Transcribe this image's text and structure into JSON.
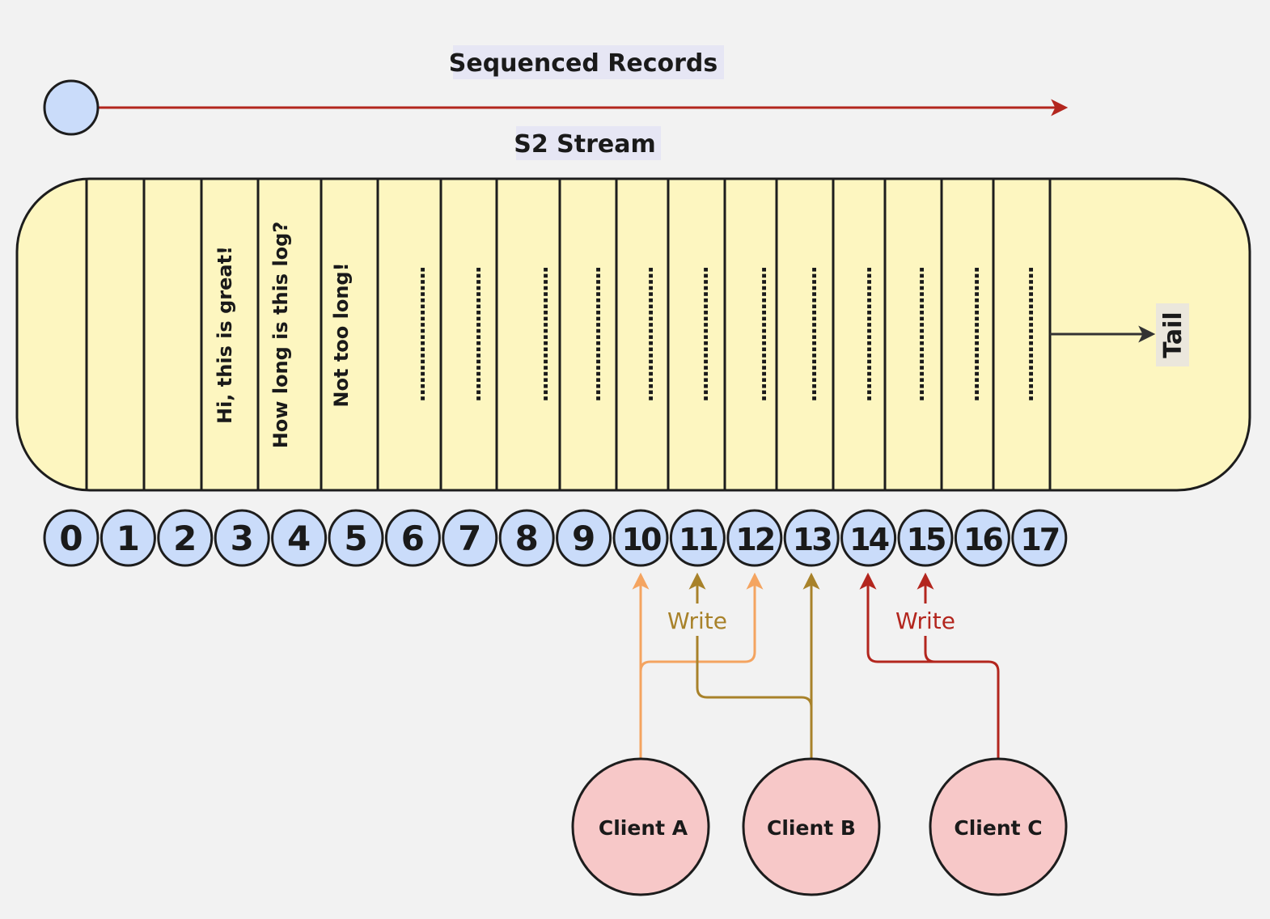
{
  "title_label": "Sequenced Records",
  "stream_label": "S2 Stream",
  "tail_label": "Tail",
  "colors": {
    "background": "#f2f2f2",
    "stream_fill": "#fdf6c0",
    "node_fill": "#cadcfa",
    "client_fill": "#f7c8c8",
    "label_bg": "#e6e6f4",
    "tail_bg": "#ebe7dc",
    "stroke": "#1d1d1d",
    "timeline": "#b3261e",
    "client_a": "#f4a460",
    "client_b": "#a8822a",
    "client_c": "#b3261e"
  },
  "records": [
    {
      "seq": "0",
      "text": ""
    },
    {
      "seq": "1",
      "text": ""
    },
    {
      "seq": "2",
      "text": ""
    },
    {
      "seq": "3",
      "text": "Hi, this is great!"
    },
    {
      "seq": "4",
      "text": "How long is this log?"
    },
    {
      "seq": "5",
      "text": "Not too long!"
    },
    {
      "seq": "6",
      "text": "......................"
    },
    {
      "seq": "7",
      "text": "......................"
    },
    {
      "seq": "8",
      "text": "......................"
    },
    {
      "seq": "9",
      "text": "......................"
    },
    {
      "seq": "10",
      "text": "......................"
    },
    {
      "seq": "11",
      "text": "......................"
    },
    {
      "seq": "12",
      "text": "......................"
    },
    {
      "seq": "13",
      "text": "......................"
    },
    {
      "seq": "14",
      "text": "......................"
    },
    {
      "seq": "15",
      "text": "......................"
    },
    {
      "seq": "16",
      "text": "......................"
    },
    {
      "seq": "17",
      "text": "......................"
    }
  ],
  "clients": [
    {
      "name": "Client A",
      "writes_to": [
        "10",
        "12"
      ],
      "edge_label": ""
    },
    {
      "name": "Client B",
      "writes_to": [
        "11",
        "13"
      ],
      "edge_label": "Write"
    },
    {
      "name": "Client C",
      "writes_to": [
        "14",
        "15"
      ],
      "edge_label": "Write"
    }
  ]
}
